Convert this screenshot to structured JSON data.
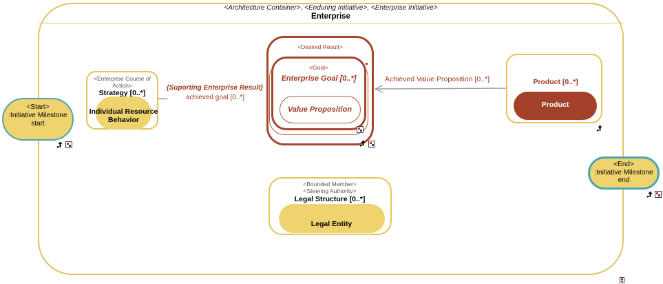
{
  "frame": {
    "stereotypes": "<Architecture Container>, <Enduring Initiative>, <Enterprise Initiative>",
    "title": "Enterprise"
  },
  "nodes": {
    "start_milestone": {
      "stereotype": "<Start>",
      "name": ":Initiative Milestone",
      "suffix": "start"
    },
    "strategy": {
      "stereotype_line1": "<Enterprise Course of",
      "stereotype_line2": "Action>",
      "name": "Strategy [0..*]",
      "instance": "Individual Resource Behavior"
    },
    "desired_result": {
      "stereotype": "<Desired Result>"
    },
    "goal": {
      "stereotype": "<Goal>",
      "name": "Enterprise Goal [0..*]",
      "instance": "Value Proposition"
    },
    "product": {
      "name": "Product [0..*]",
      "instance": "Product"
    },
    "legal": {
      "stereotype_line1": "<Bounded Member>",
      "stereotype_line2": "<Steering Authority>",
      "name": "Legal Structure [0..*]",
      "instance": "Legal Entity"
    },
    "end_milestone": {
      "stereotype": "<End>",
      "name": ":Initiative Milestone",
      "suffix": "end"
    }
  },
  "connectors": {
    "achieved_vp": {
      "label": "Achieved Value Proposition [0..*]"
    },
    "supporting": {
      "constraint": "{Suporting Enterprise Result}",
      "label": "achieved goal [0..*]"
    }
  },
  "colors": {
    "frame_border": "#E2C364",
    "node_border": "#E6C459",
    "yellow_fill": "#EFD36F",
    "milestone_border": "#4EA4B0",
    "maroon_border": "#A5472E",
    "maroon_text": "#9E3A23",
    "product_fill": "#A3402A",
    "arrow_gray": "#9C9C9C"
  },
  "icons": {
    "navigate": "navigate-up-arrow",
    "composite": "composite-diagram-indicator"
  }
}
